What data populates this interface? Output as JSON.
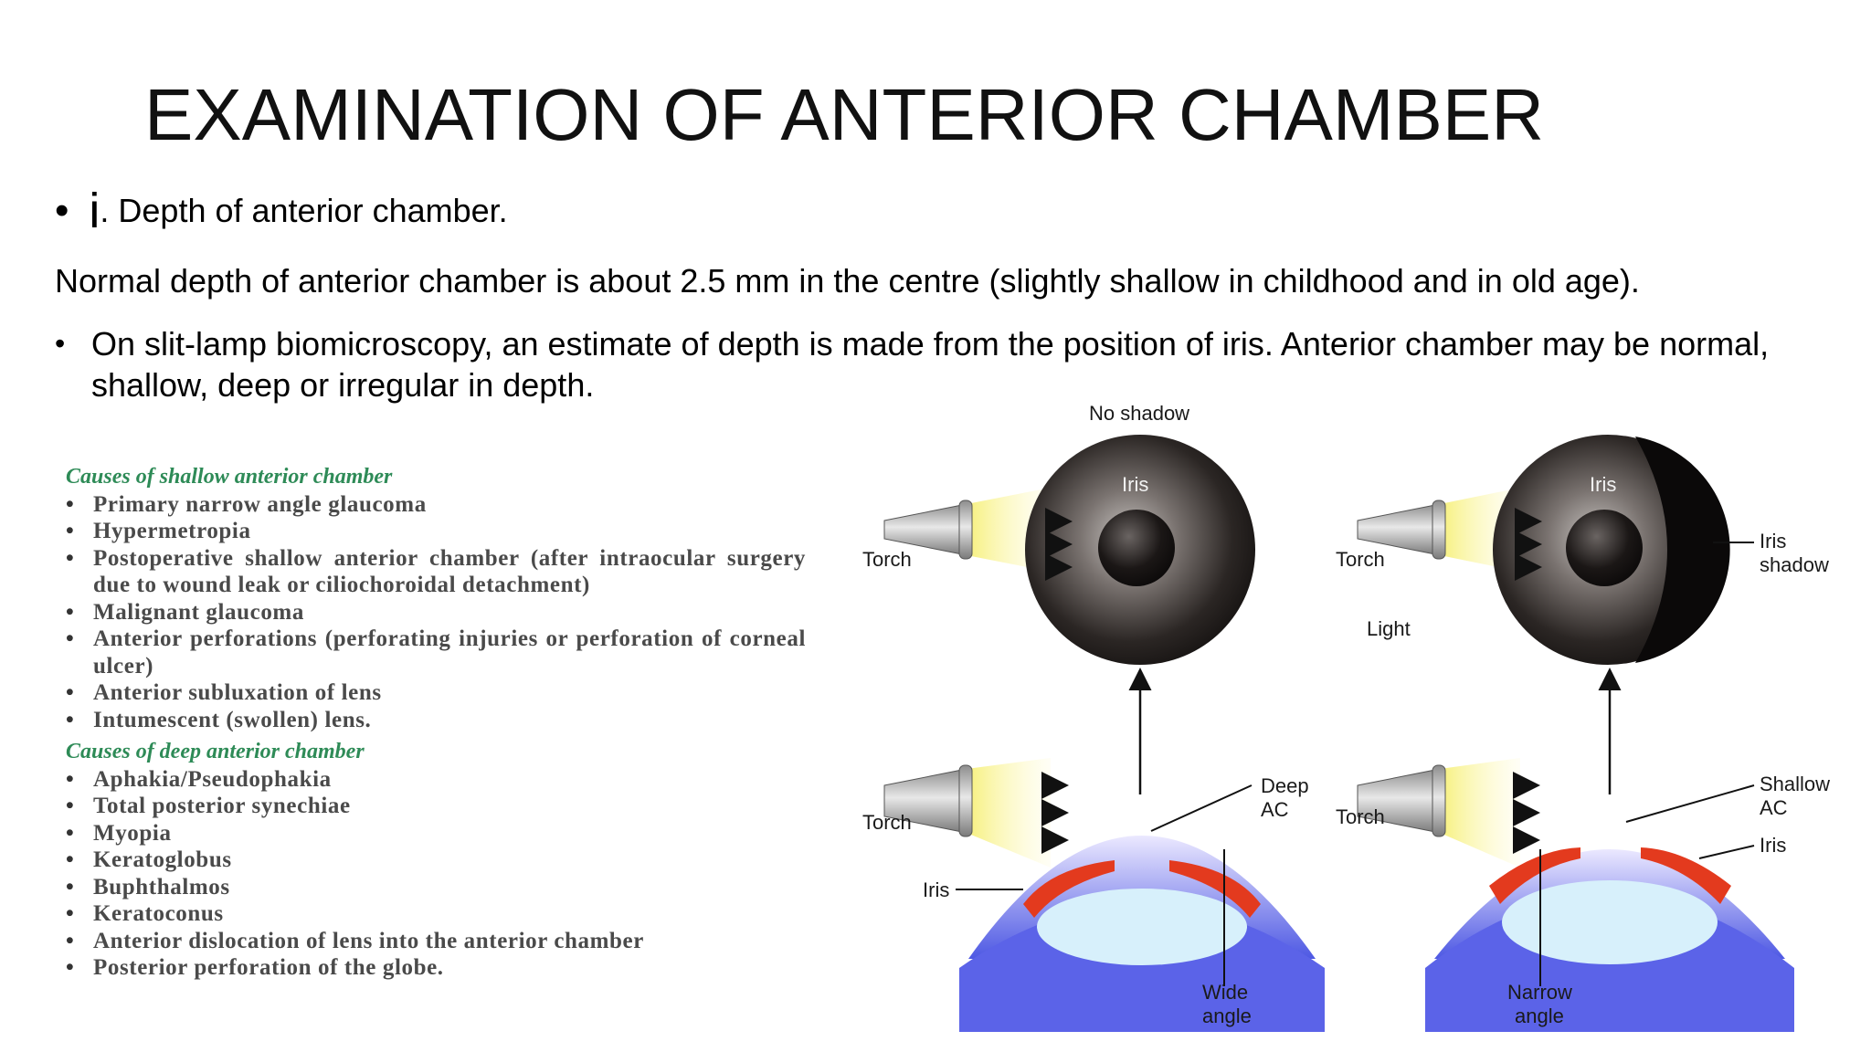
{
  "title": "EXAMINATION OF ANTERIOR CHAMBER",
  "bullet1": {
    "roman": "i",
    "text": ". Depth of anterior chamber."
  },
  "paragraph": "Normal depth of anterior chamber is about 2.5 mm in the centre (slightly shallow in childhood and in old age).",
  "bullet2": "On slit-lamp biomicroscopy, an estimate of depth is made from the position of iris. Anterior chamber may be normal, shallow, deep or irregular in depth.",
  "causes_shallow": {
    "heading": "Causes of shallow anterior chamber",
    "items": [
      "Primary narrow angle glaucoma",
      "Hypermetropia",
      "Postoperative shallow anterior chamber (after intraocular surgery due to wound leak or ciliochoroidal detachment)",
      "Malignant glaucoma",
      "Anterior perforations (perforating injuries or perforation of corneal ulcer)",
      "Anterior subluxation of lens",
      "Intumescent (swollen) lens."
    ]
  },
  "causes_deep": {
    "heading": "Causes of deep anterior chamber",
    "items": [
      "Aphakia/Pseudophakia",
      "Total posterior synechiae",
      "Myopia",
      "Keratoglobus",
      "Buphthalmos",
      "Keratoconus",
      "Anterior dislocation of lens into the anterior chamber",
      "Posterior perforation of the globe."
    ]
  },
  "figure_labels": {
    "no_shadow": "No shadow",
    "iris_left": "Iris",
    "iris_right": "Iris",
    "torch_tl": "Torch",
    "torch_tr": "Torch",
    "torch_bl": "Torch",
    "torch_br": "Torch",
    "light": "Light",
    "iris_shadow_1": "Iris",
    "iris_shadow_2": "shadow",
    "deep_ac_1": "Deep",
    "deep_ac_2": "AC",
    "iris_bl": "Iris",
    "shallow_ac_1": "Shallow",
    "shallow_ac_2": "AC",
    "iris_br": "Iris",
    "wide_angle_1": "Wide",
    "wide_angle_2": "angle",
    "narrow_angle_1": "Narrow",
    "narrow_angle_2": "angle"
  }
}
